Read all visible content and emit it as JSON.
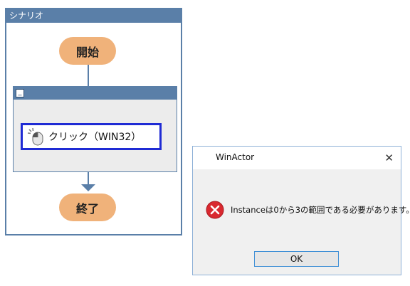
{
  "scenario_panel": {
    "title": "シナリオ",
    "start_label": "開始",
    "end_label": "終了",
    "group": {
      "minimize_label": "_",
      "action": {
        "icon": "mouse-icon",
        "label": "クリック（WIN32）"
      }
    }
  },
  "dialog": {
    "title": "WinActor",
    "close_label": "✕",
    "icon": "error-icon",
    "message": "Instanceは0から3の範囲である必要があります。",
    "ok_label": "OK"
  },
  "colors": {
    "panel_accent": "#5a7fa8",
    "terminal_fill": "#f0b27a",
    "selected_border": "#1f2bd4",
    "error_red": "#d9282f"
  }
}
